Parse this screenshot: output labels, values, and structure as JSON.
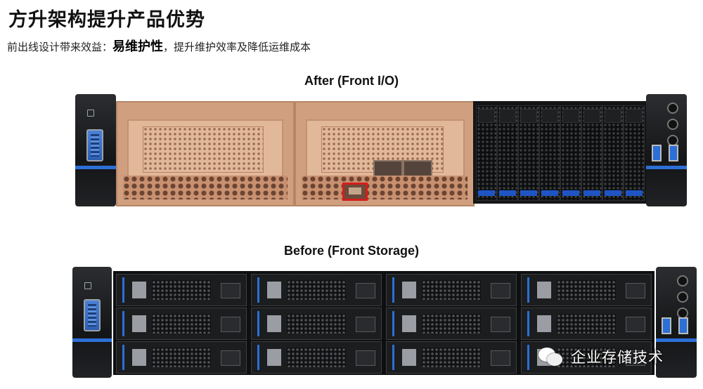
{
  "header": {
    "title": "方升架构提升产品优势",
    "subtitle_prefix": "前出线设计带来效益：",
    "subtitle_emphasis": "易维护性",
    "subtitle_suffix": "，提升维护效率及降低运维成本"
  },
  "after": {
    "caption": "After (Front I/O)",
    "highlight_color": "#d31d1d",
    "copper_color": "#cf9f80",
    "drive_bays": 8
  },
  "before": {
    "caption": "Before (Front Storage)",
    "drive_rows": 3,
    "drive_cols": 4
  },
  "watermark": {
    "icon": "wechat-icon",
    "text": "企业存储技术"
  },
  "colors": {
    "accent_blue": "#2c6fd6",
    "chassis": "#141517"
  }
}
